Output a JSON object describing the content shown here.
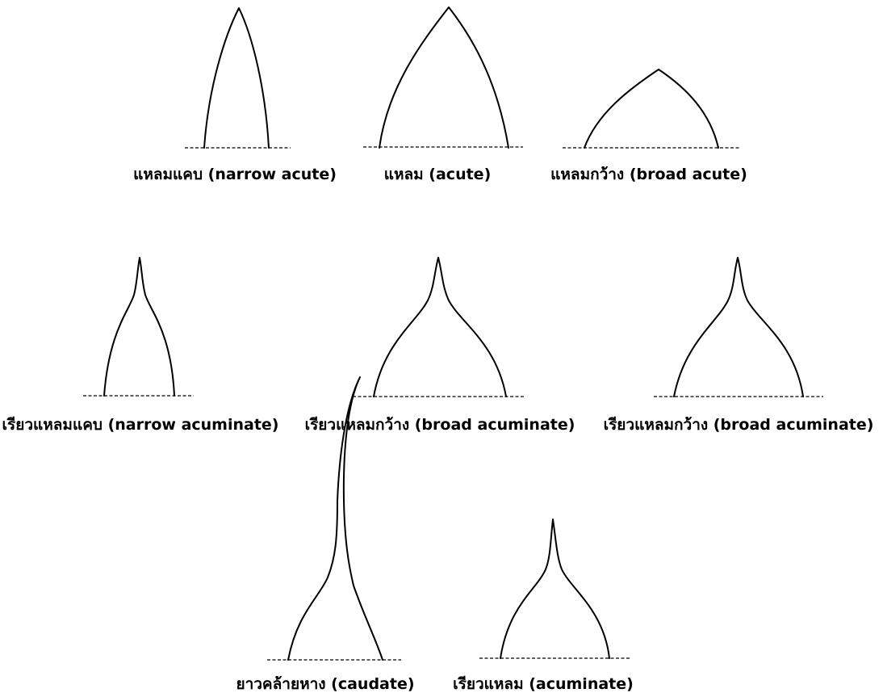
{
  "shapes": [
    {
      "id": "narrow-acute",
      "caption": "แหลมแคบ (narrow acute)"
    },
    {
      "id": "acute",
      "caption": "แหลม (acute)"
    },
    {
      "id": "broad-acute",
      "caption": "แหลมกว้าง (broad acute)"
    },
    {
      "id": "narrow-acuminate",
      "caption": "เรียวแหลมแคบ (narrow acuminate)"
    },
    {
      "id": "broad-acuminate-1",
      "caption": "เรียวแหลมกว้าง (broad acuminate)"
    },
    {
      "id": "broad-acuminate-2",
      "caption": "เรียวแหลมกว้าง (broad acuminate)"
    },
    {
      "id": "caudate",
      "caption": "ยาวคล้ายหาง (caudate)"
    },
    {
      "id": "acuminate",
      "caption": "เรียวแหลม (acuminate)"
    }
  ]
}
